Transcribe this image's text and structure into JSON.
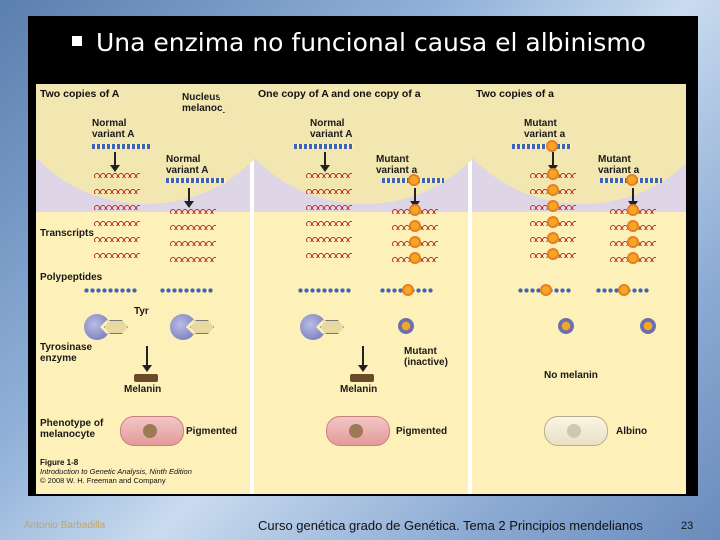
{
  "slide": {
    "title": "Una enzima no funcional causa el albinismo",
    "footer_author": "Antonio Barbadilla",
    "footer_course": "Curso genética grado de Genética. Tema 2 Principios mendelianos",
    "page_number": "23"
  },
  "figure": {
    "panels": [
      {
        "header": "Two copies of A",
        "nucleus_label": "Nucleus of melanocyte",
        "variant_left": "Normal variant A",
        "variant_right": "Normal variant A"
      },
      {
        "header": "One copy of A and one copy of a",
        "variant_left": "Normal variant A",
        "variant_right": "Mutant variant a"
      },
      {
        "header": "Two copies of a",
        "variant_left": "Mutant variant a",
        "variant_right": "Mutant variant a"
      }
    ],
    "labels": {
      "transcripts": "Transcripts",
      "polypeptides": "Polypeptides",
      "tyr": "Tyr",
      "tyrosinase_enzyme": "Tyrosinase enzyme",
      "melanin": "Melanin",
      "mutant_inactive": "Mutant (inactive)",
      "no_melanin": "No melanin",
      "phenotype": "Phenotype of melanocyte",
      "pigmented": "Pigmented",
      "albino": "Albino"
    },
    "caption": {
      "fig": "Figure 1-8",
      "book": "Introduction to Genetic Analysis, Ninth Edition",
      "copyright": "© 2008 W. H. Freeman and Company"
    }
  }
}
